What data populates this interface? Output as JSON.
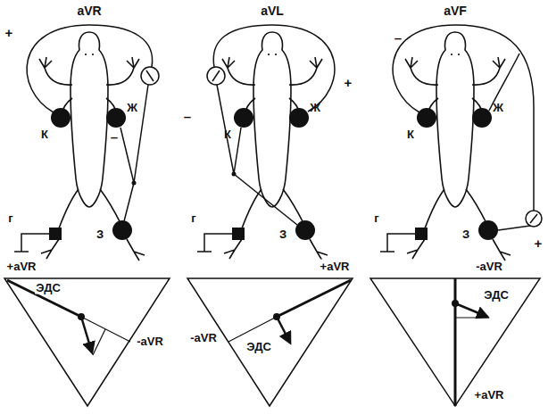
{
  "diagram": {
    "labels": [
      "aVR",
      "+",
      "К",
      "Ж",
      "–",
      "З",
      "г",
      "aVL",
      "К",
      "Ж",
      "+",
      "–",
      "З",
      "г",
      "aVF",
      "–",
      "К",
      "Ж",
      "З",
      "+",
      "г",
      "+aVR",
      "ЭДС",
      "-aVR",
      "-aVR",
      "ЭДС",
      "+aVR",
      "-aVR",
      "ЭДС",
      "+aVR"
    ]
  }
}
